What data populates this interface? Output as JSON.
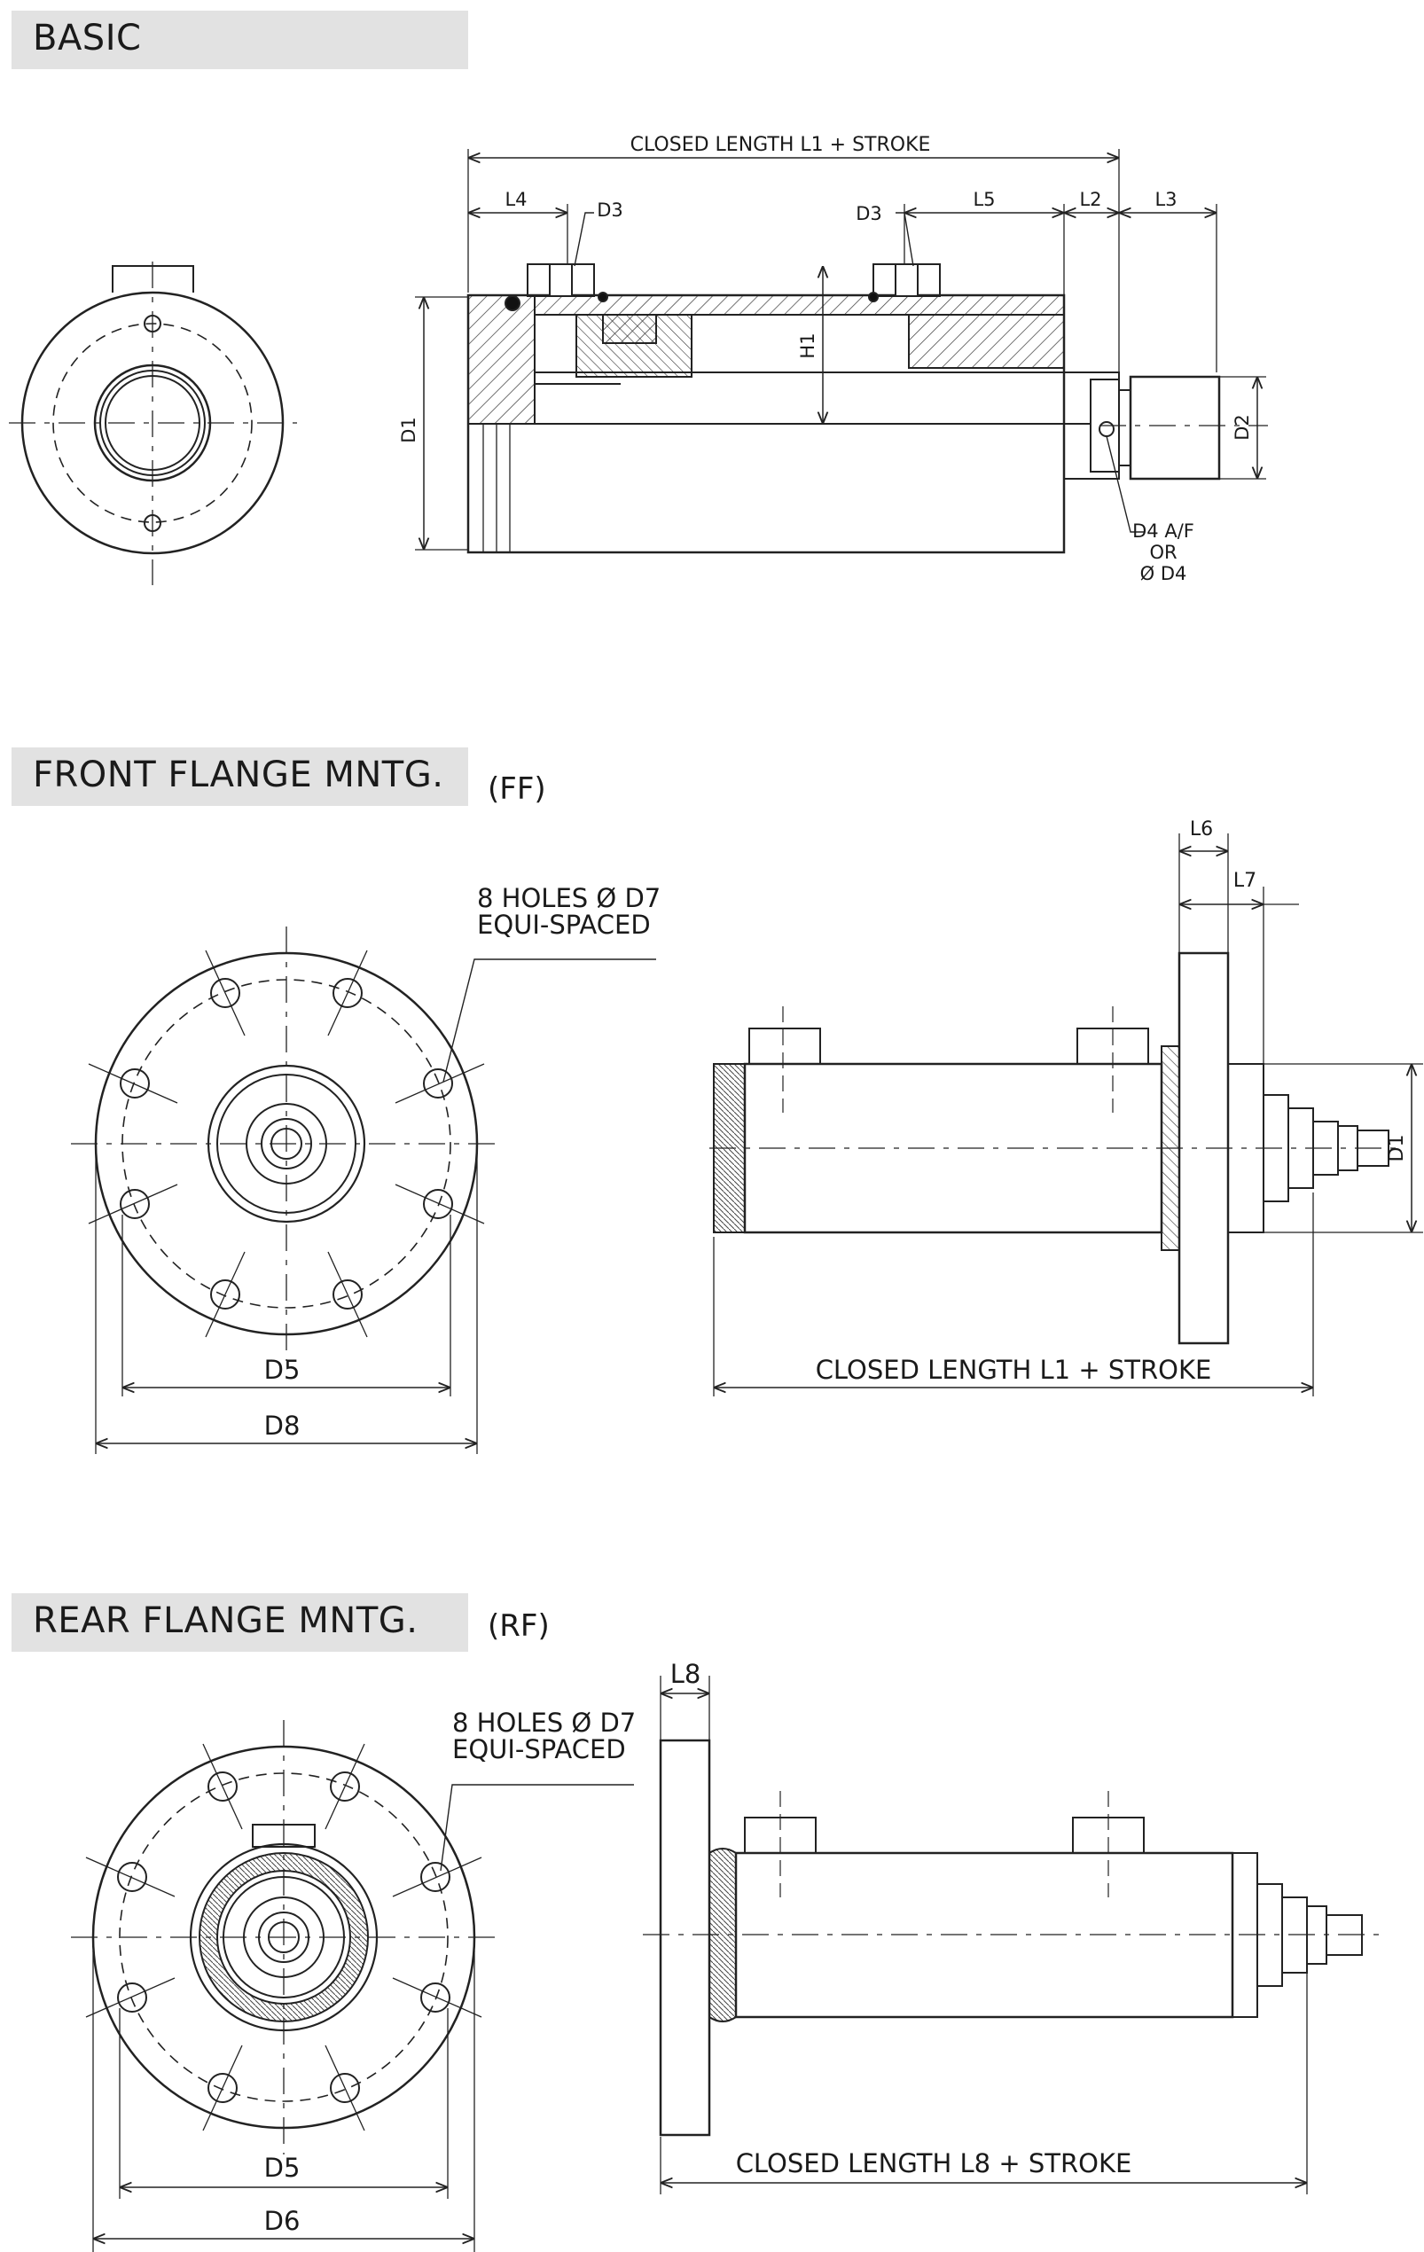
{
  "sections": {
    "basic": {
      "title": "BASIC"
    },
    "front_flange": {
      "title": "FRONT FLANGE MNTG.",
      "tag": "(FF)"
    },
    "rear_flange": {
      "title": "REAR FLANGE MNTG.",
      "tag": "(RF)"
    }
  },
  "basic_labels": {
    "closed_length": "CLOSED LENGTH L1 + STROKE",
    "l4": "L4",
    "d3_left": "D3",
    "d3_right": "D3",
    "l5": "L5",
    "l2": "L2",
    "l3": "L3",
    "h1": "H1",
    "d1": "D1",
    "d2": "D2",
    "d4_line1": "D4 A/F",
    "d4_line2": "OR",
    "d4_line3": "Ø D4"
  },
  "ff_labels": {
    "holes_line1": "8 HOLES Ø D7",
    "holes_line2": "EQUI-SPACED",
    "d5": "D5",
    "d8": "D8",
    "l6": "L6",
    "l7": "L7",
    "d1": "D1",
    "closed_length": "CLOSED LENGTH L1 + STROKE"
  },
  "rf_labels": {
    "holes_line1": "8 HOLES Ø D7",
    "holes_line2": "EQUI-SPACED",
    "d5": "D5",
    "d6": "D6",
    "l8": "L8",
    "closed_length": "CLOSED LENGTH L8 + STROKE"
  }
}
